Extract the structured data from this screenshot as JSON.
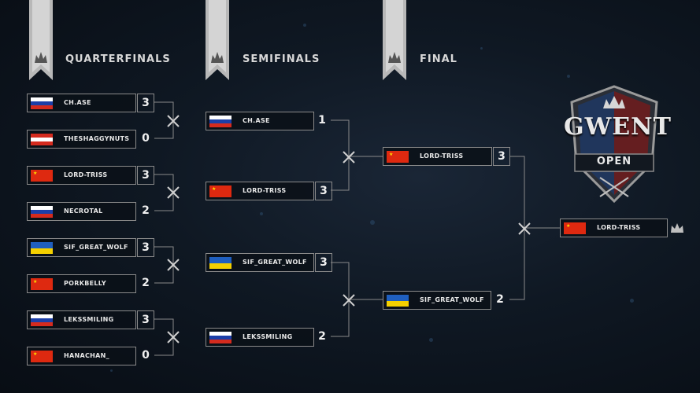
{
  "stages": [
    {
      "id": "qf",
      "label": "QUARTERFINALS"
    },
    {
      "id": "sf",
      "label": "SEMIFINALS"
    },
    {
      "id": "f",
      "label": "FINAL"
    }
  ],
  "logo": {
    "word": "GWENT",
    "sub": "OPEN"
  },
  "qf": [
    {
      "name": "CH.ASE",
      "flag": "russia",
      "score": "3"
    },
    {
      "name": "THESHAGGYNUTS",
      "flag": "austria",
      "score": "0"
    },
    {
      "name": "LORD-TRISS",
      "flag": "china",
      "score": "3"
    },
    {
      "name": "NECROTAL",
      "flag": "russia",
      "score": "2"
    },
    {
      "name": "SIF_GREAT_WOLF",
      "flag": "ukraine",
      "score": "3"
    },
    {
      "name": "PORKBELLY",
      "flag": "china",
      "score": "2"
    },
    {
      "name": "LEKSSMILING",
      "flag": "russia",
      "score": "3"
    },
    {
      "name": "HANACHAN_",
      "flag": "china",
      "score": "0"
    }
  ],
  "sf": [
    {
      "name": "CH.ASE",
      "flag": "russia",
      "score": "1"
    },
    {
      "name": "LORD-TRISS",
      "flag": "china",
      "score": "3"
    },
    {
      "name": "SIF_GREAT_WOLF",
      "flag": "ukraine",
      "score": "3"
    },
    {
      "name": "LEKSSMILING",
      "flag": "russia",
      "score": "2"
    }
  ],
  "final": [
    {
      "name": "LORD-TRISS",
      "flag": "china",
      "score": "3"
    },
    {
      "name": "SIF_GREAT_WOLF",
      "flag": "ukraine",
      "score": "2"
    }
  ],
  "champion": {
    "name": "LORD-TRISS",
    "flag": "china"
  }
}
